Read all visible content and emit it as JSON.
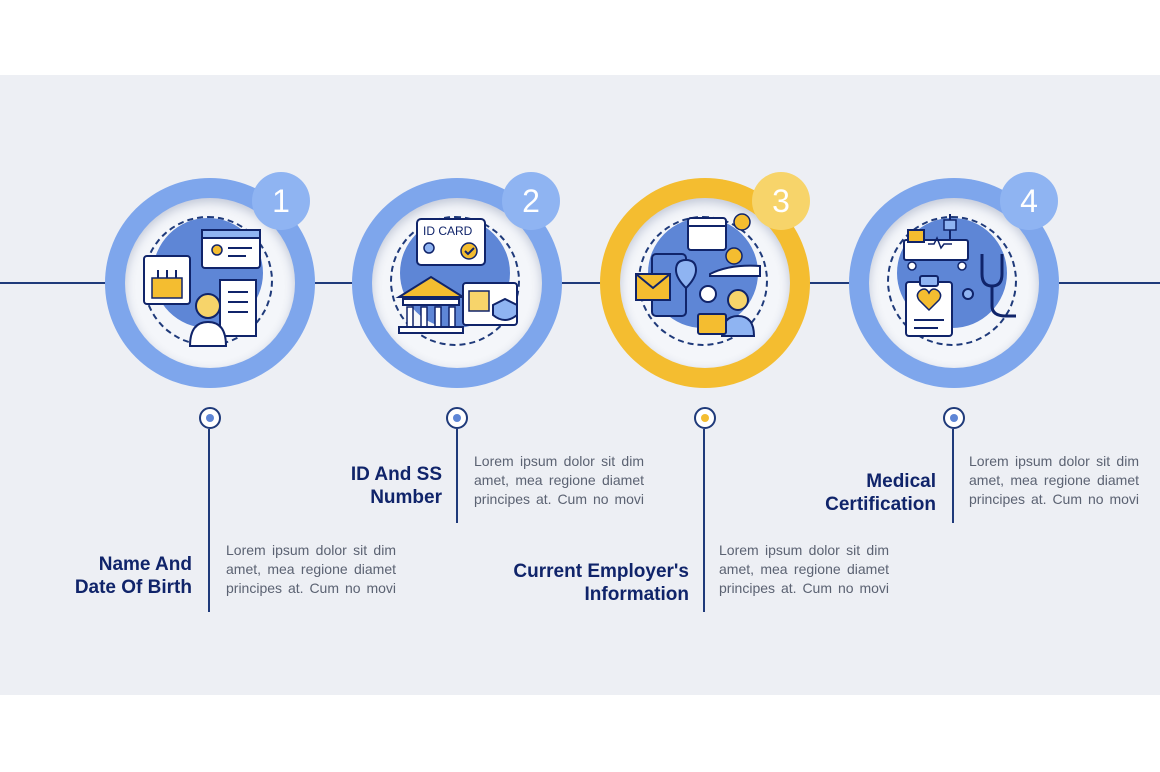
{
  "colors": {
    "blue": "#5e86d6",
    "blue_light": "#8fb4f2",
    "yellow": "#f4bd30",
    "yellow_light": "#f7d46a",
    "navy": "#10246a",
    "text": "#5b6272"
  },
  "steps": [
    {
      "number": "1",
      "title_line1": "Name And",
      "title_line2": "Date Of Birth",
      "description": "Lorem ipsum dolor sit dim amet, mea regione diamet principes at. Cum no movi",
      "icon": "birthday-cake-id-icon"
    },
    {
      "number": "2",
      "title_line1": "ID And SS",
      "title_line2": "Number",
      "description": "Lorem ipsum dolor sit dim amet, mea regione diamet principes at. Cum no movi",
      "icon": "id-card-bank-icon",
      "id_card_text": "ID CARD"
    },
    {
      "number": "3",
      "title_line1": "Current Employer's",
      "title_line2": "Information",
      "description": "Lorem ipsum dolor sit dim amet, mea regione diamet principes at. Cum no movi",
      "icon": "employer-contact-icon"
    },
    {
      "number": "4",
      "title_line1": "Medical",
      "title_line2": "Certification",
      "description": "Lorem ipsum dolor sit dim amet, mea regione diamet principes at. Cum no movi",
      "icon": "medical-record-icon"
    }
  ]
}
